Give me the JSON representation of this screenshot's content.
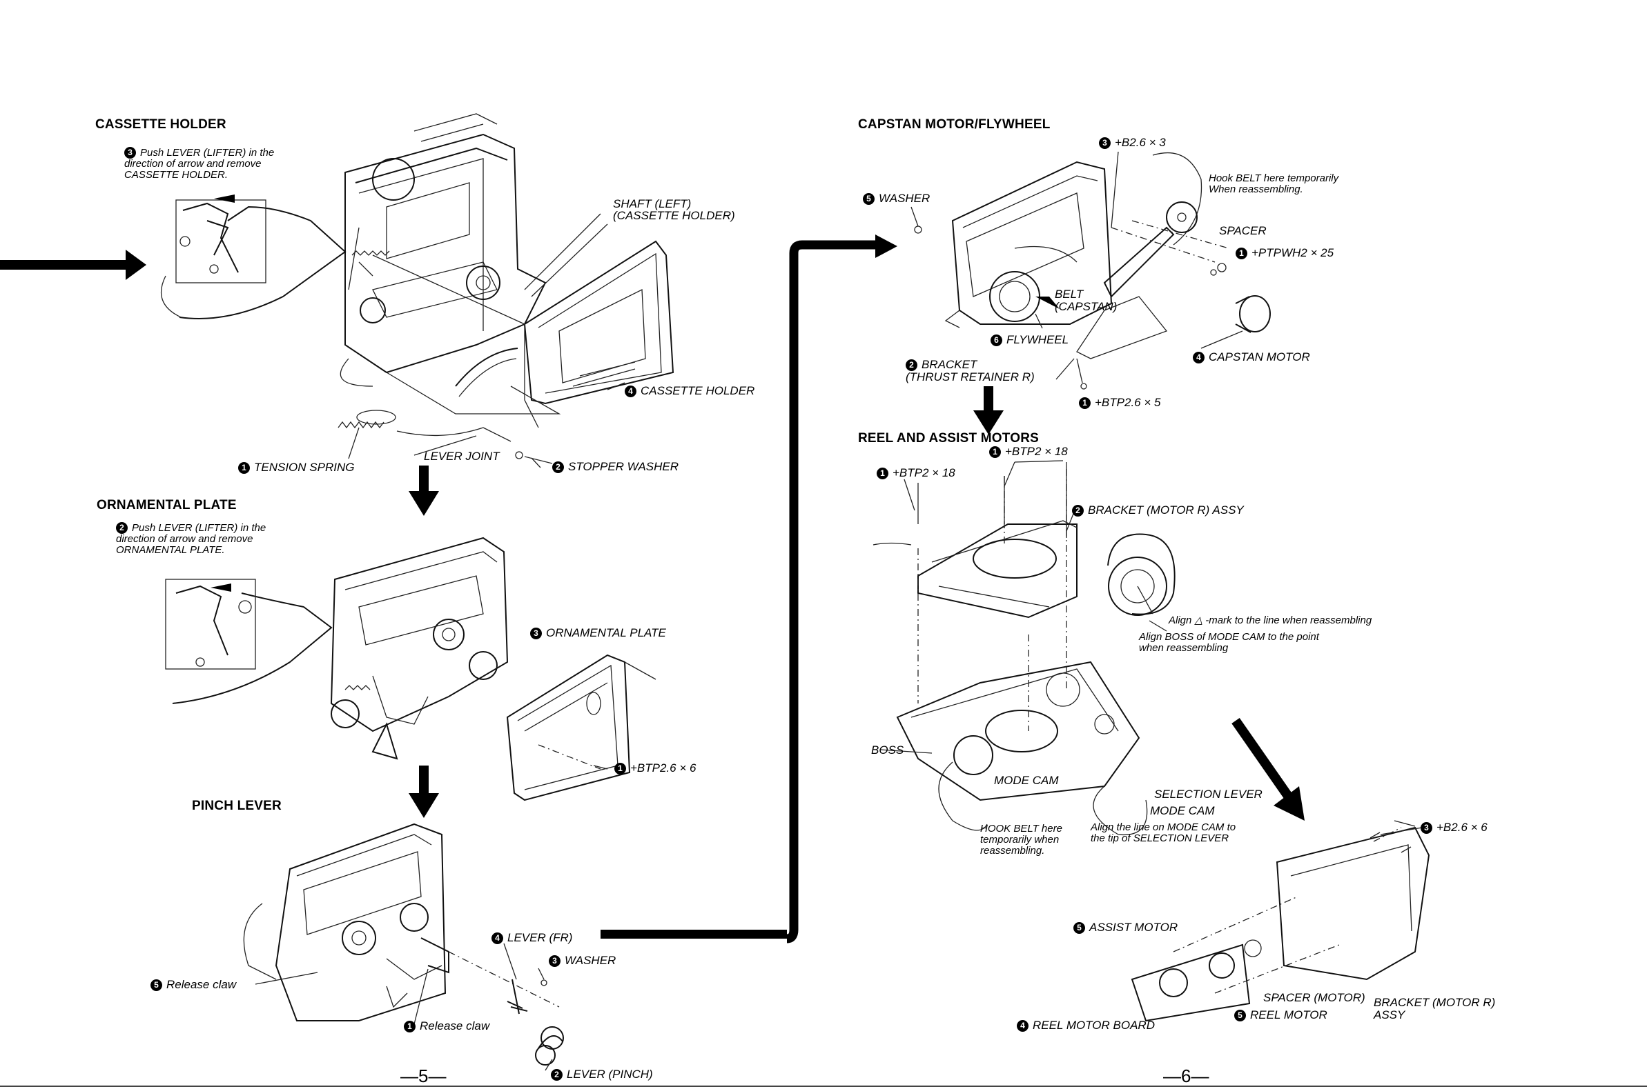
{
  "colors": {
    "ink": "#000000",
    "paper": "#ffffff"
  },
  "left": {
    "cassette_holder": {
      "title": "CASSETTE HOLDER",
      "step": "3",
      "note": "Push LEVER (LIFTER) in the direction of arrow and remove CASSETTE HOLDER.",
      "labels": {
        "shaft": "SHAFT (LEFT)\n(CASSETTE HOLDER)",
        "holder_num": "4",
        "holder": "CASSETTE HOLDER",
        "spring_num": "1",
        "spring": "TENSION SPRING",
        "lever_joint": "LEVER JOINT",
        "washer_num": "2",
        "washer": "STOPPER WASHER"
      }
    },
    "ornamental_plate": {
      "title": "ORNAMENTAL PLATE",
      "step": "2",
      "note": "Push LEVER (LIFTER) in the direction of arrow and remove ORNAMENTAL PLATE.",
      "labels": {
        "plate_num": "3",
        "plate": "ORNAMENTAL PLATE",
        "screw_num": "1",
        "screw": "+BTP2.6 × 6"
      }
    },
    "pinch_lever": {
      "title": "PINCH LEVER",
      "labels": {
        "lever_fr_num": "4",
        "lever_fr": "LEVER (FR)",
        "washer_num": "3",
        "washer": "WASHER",
        "release5_num": "5",
        "release5": "Release claw",
        "release1_num": "1",
        "release1": "Release claw",
        "pinch_num": "2",
        "pinch": "LEVER (PINCH)"
      }
    },
    "page": "—5—"
  },
  "right": {
    "capstan": {
      "title": "CAPSTAN MOTOR/FLYWHEEL",
      "labels": {
        "screw3_num": "3",
        "screw3": "+B2.6 × 3",
        "hook": "Hook BELT here temporarily\nWhen reassembling.",
        "washer_num": "5",
        "washer": "WASHER",
        "spacer": "SPACER",
        "ptp_num": "1",
        "ptp": "+PTPWH2 × 25",
        "belt": "BELT\n(CAPSTAN)",
        "flywheel_num": "6",
        "flywheel": "FLYWHEEL",
        "bracket_num": "2",
        "bracket": "BRACKET\n(THRUST RETAINER R)",
        "motor_num": "4",
        "motor": "CAPSTAN MOTOR",
        "screw5_num": "1",
        "screw5": "+BTP2.6 × 5"
      }
    },
    "reel": {
      "title": "REEL AND ASSIST MOTORS",
      "labels": {
        "screw_a_num": "1",
        "screw_a": "+BTP2 × 18",
        "screw_b_num": "1",
        "screw_b": "+BTP2 × 18",
        "bracket_num": "2",
        "bracket": "BRACKET (MOTOR R) ASSY",
        "align1": "Align △ -mark to the line when reassembling",
        "align2": "Align BOSS of MODE CAM to the point\nwhen reassembling",
        "boss": "BOSS",
        "mode_cam": "MODE CAM",
        "selection": "SELECTION LEVER",
        "mode_cam2": "MODE CAM",
        "hook": "HOOK BELT here\ntemporarily when\nreassembling.",
        "align3": "Align the line on MODE CAM to\nthe tip of SELECTION LEVER",
        "screw6_num": "3",
        "screw6": "+B2.6 × 6",
        "assist_num": "5",
        "assist": "ASSIST MOTOR",
        "spacer_motor": "SPACER (MOTOR)",
        "reel_motor_num": "5",
        "reel_motor": "REEL MOTOR",
        "bracket2": "BRACKET (MOTOR R)\nASSY",
        "board_num": "4",
        "board": "REEL MOTOR BOARD"
      }
    },
    "page": "—6—"
  }
}
